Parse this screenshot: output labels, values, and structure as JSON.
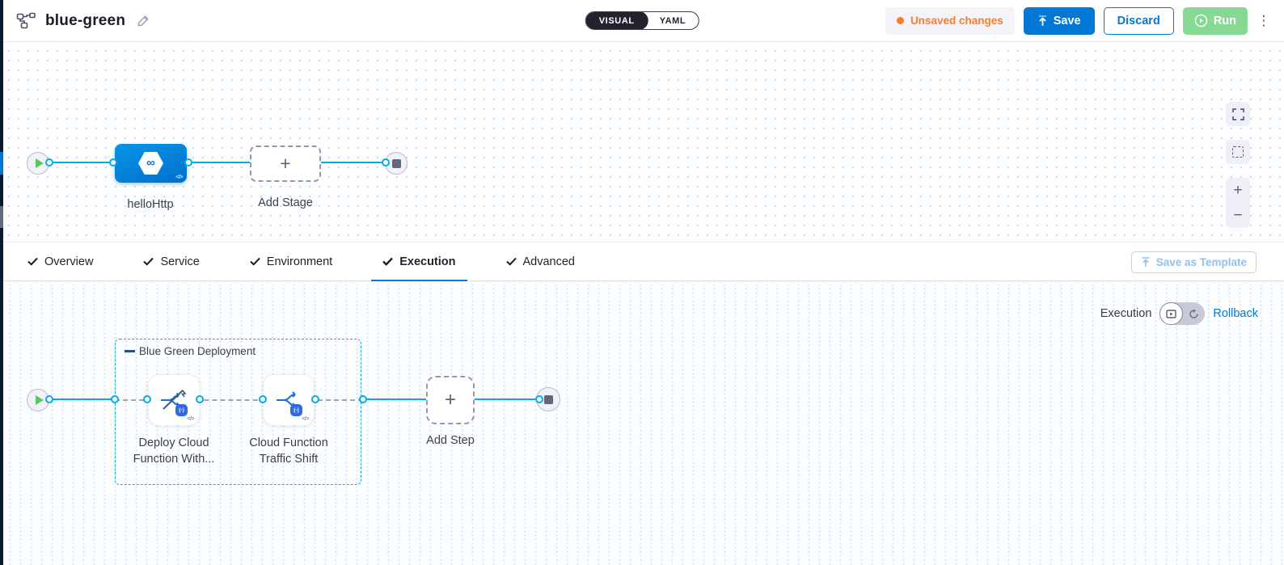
{
  "colors": {
    "accent_blue": "#0278d5",
    "edge_cyan": "#00ade4",
    "run_green": "#86d993",
    "warning_orange": "#ff7b26",
    "stage_node_blue": "#0287dd",
    "dark_navy": "#22232e"
  },
  "icons": {
    "plus": "+",
    "kebab": "⋮",
    "code": "</>",
    "infinity": "∞",
    "zoom_in": "+",
    "zoom_out": "−",
    "fn_badge": "(-)"
  },
  "header": {
    "title": "blue-green",
    "mode_toggle": {
      "visual": "VISUAL",
      "yaml": "YAML",
      "selected": "VISUAL"
    },
    "unsaved_label": "Unsaved changes",
    "save_label": "Save",
    "discard_label": "Discard",
    "run_label": "Run"
  },
  "stage_canvas": {
    "stage_name": "helloHttp",
    "add_stage_label": "Add Stage"
  },
  "tabs": {
    "items": [
      "Overview",
      "Service",
      "Environment",
      "Execution",
      "Advanced"
    ],
    "active": "Execution",
    "save_as_template_label": "Save as Template"
  },
  "execution_canvas": {
    "mode_label": "Execution",
    "rollback_label": "Rollback",
    "step_group": {
      "name": "Blue Green Deployment",
      "steps": [
        "Deploy Cloud Function With...",
        "Cloud Function Traffic Shift"
      ]
    },
    "add_step_label": "Add Step"
  }
}
